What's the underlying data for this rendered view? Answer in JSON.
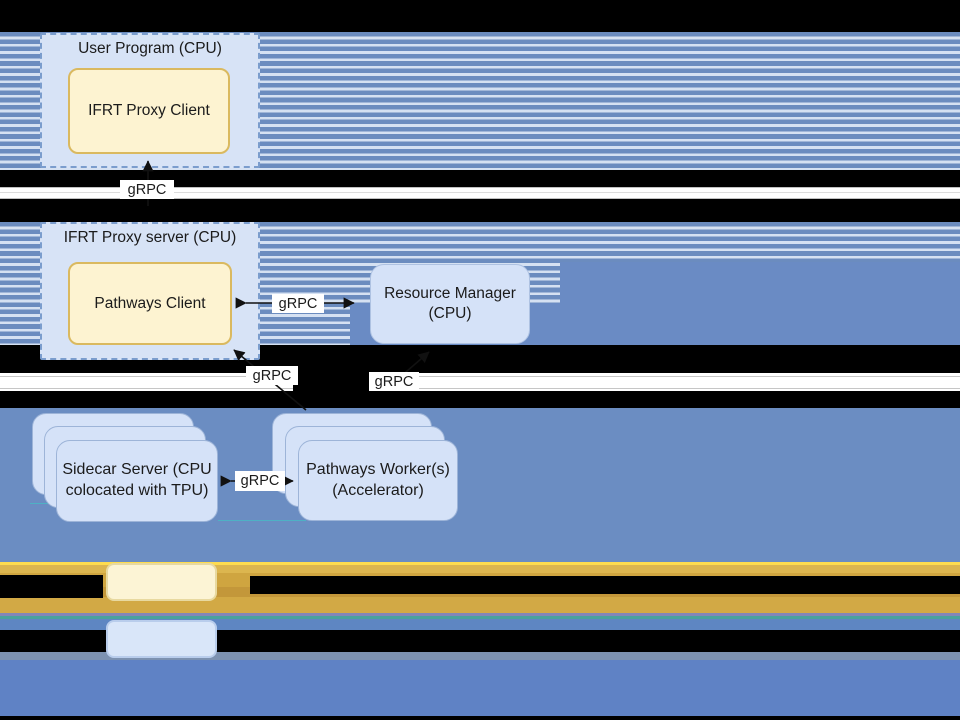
{
  "diagram": {
    "nodes": {
      "user_program": {
        "title": "User Program (CPU)"
      },
      "ifrt_proxy_client": {
        "label": "IFRT Proxy Client"
      },
      "ifrt_proxy_server": {
        "title": "IFRT Proxy server (CPU)"
      },
      "pathways_client": {
        "label": "Pathways Client"
      },
      "resource_manager": {
        "line1": "Resource Manager",
        "line2": "(CPU)"
      },
      "sidecar_server": {
        "line1": "Sidecar Server (CPU",
        "line2": "colocated with TPU)"
      },
      "pathways_workers": {
        "line1": "Pathways Worker(s)",
        "line2": "(Accelerator)"
      }
    },
    "edges": {
      "proxy_to_client": {
        "label": "gRPC"
      },
      "rm_to_pathways_client": {
        "label": "gRPC"
      },
      "workers_to_pathways_client": {
        "label": "gRPC"
      },
      "workers_to_rm": {
        "label": "gRPC"
      },
      "sidecar_to_workers": {
        "label": "gRPC"
      }
    },
    "legend": {
      "items": [
        {
          "swatch": "yellow",
          "label_redacted": true
        },
        {
          "swatch": "blue",
          "label_redacted": true
        }
      ]
    }
  },
  "colors": {
    "stripe_blue": "#6b8cbf",
    "stripe_light": "#d5e1f2",
    "solid_blue": "#6a8bc4",
    "bottom_blue": "#5f82c5",
    "gold_band": "#cfa540",
    "gold_highlight_line": "#fedc4f",
    "teal_line": "#49a29d",
    "node_fill_yellow": "#fdf3d1",
    "node_border_yellow": "#dab95f",
    "node_fill_blue": "#d5e2f8",
    "node_border_blue": "#9db4d8",
    "container_fill": "#d7e3f6",
    "container_border": "#7b9dcd"
  }
}
